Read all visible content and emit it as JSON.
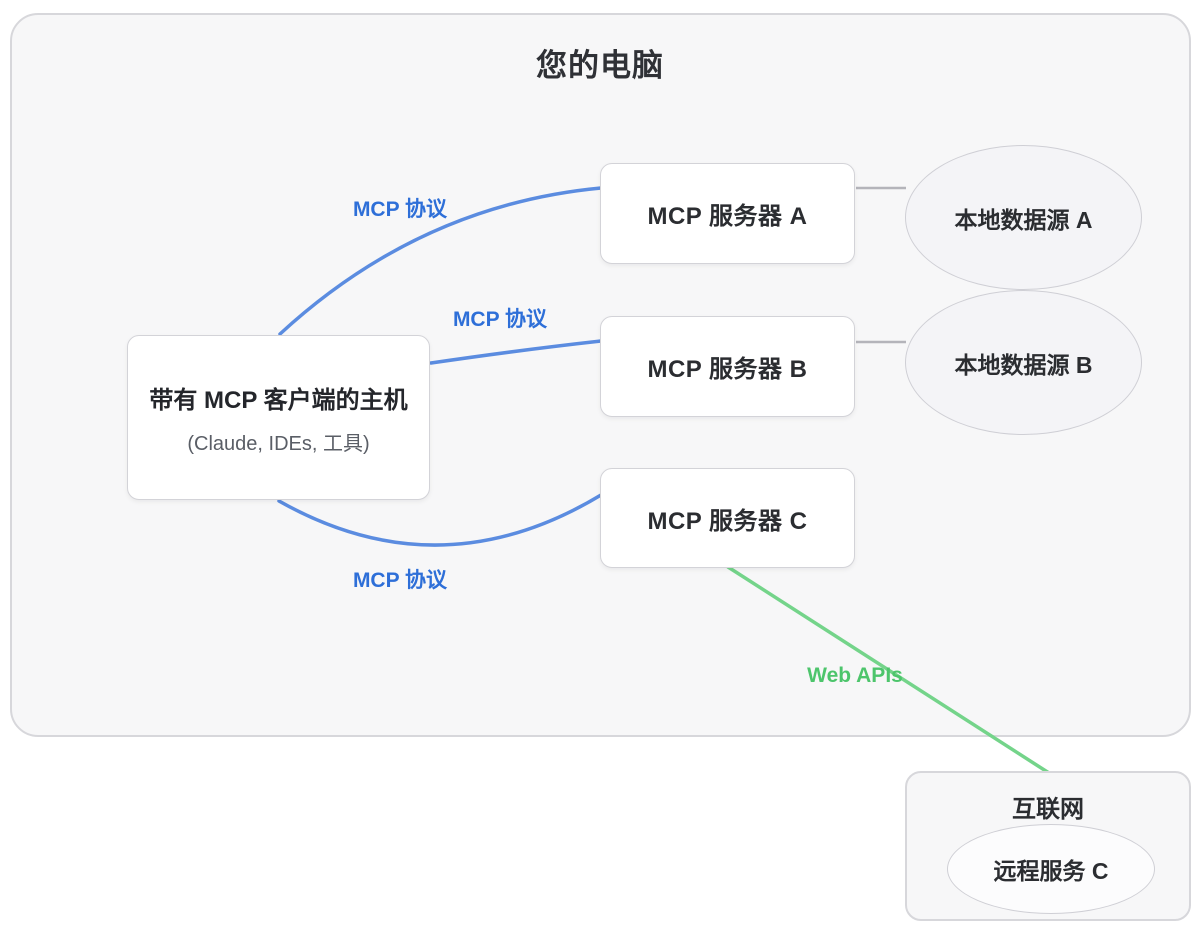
{
  "computer": {
    "title": "您的电脑",
    "host": {
      "title": "带有 MCP 客户端的主机",
      "subtitle": "(Claude, IDEs, 工具)"
    },
    "servers": [
      {
        "label": "MCP 服务器 A"
      },
      {
        "label": "MCP 服务器 B"
      },
      {
        "label": "MCP 服务器 C"
      }
    ],
    "data_sources": [
      {
        "label": "本地数据源 A"
      },
      {
        "label": "本地数据源 B"
      }
    ]
  },
  "internet": {
    "title": "互联网",
    "remote_service": {
      "label": "远程服务 C"
    }
  },
  "edge_labels": {
    "mcp_a": "MCP 协议",
    "mcp_b": "MCP 协议",
    "mcp_c": "MCP 协议",
    "web_apis": "Web APIs"
  },
  "colors": {
    "mcp_line": "#5b8ce0",
    "mcp_label_text": "#2e6fd8",
    "web_line": "#74d48a",
    "web_label_text": "#4dc56c",
    "connector_line": "#b4b4ba",
    "container_bg": "#f7f7f8",
    "node_bg": "#ffffff",
    "border": "#d7d7db",
    "dark_text": "#2b2d31"
  }
}
